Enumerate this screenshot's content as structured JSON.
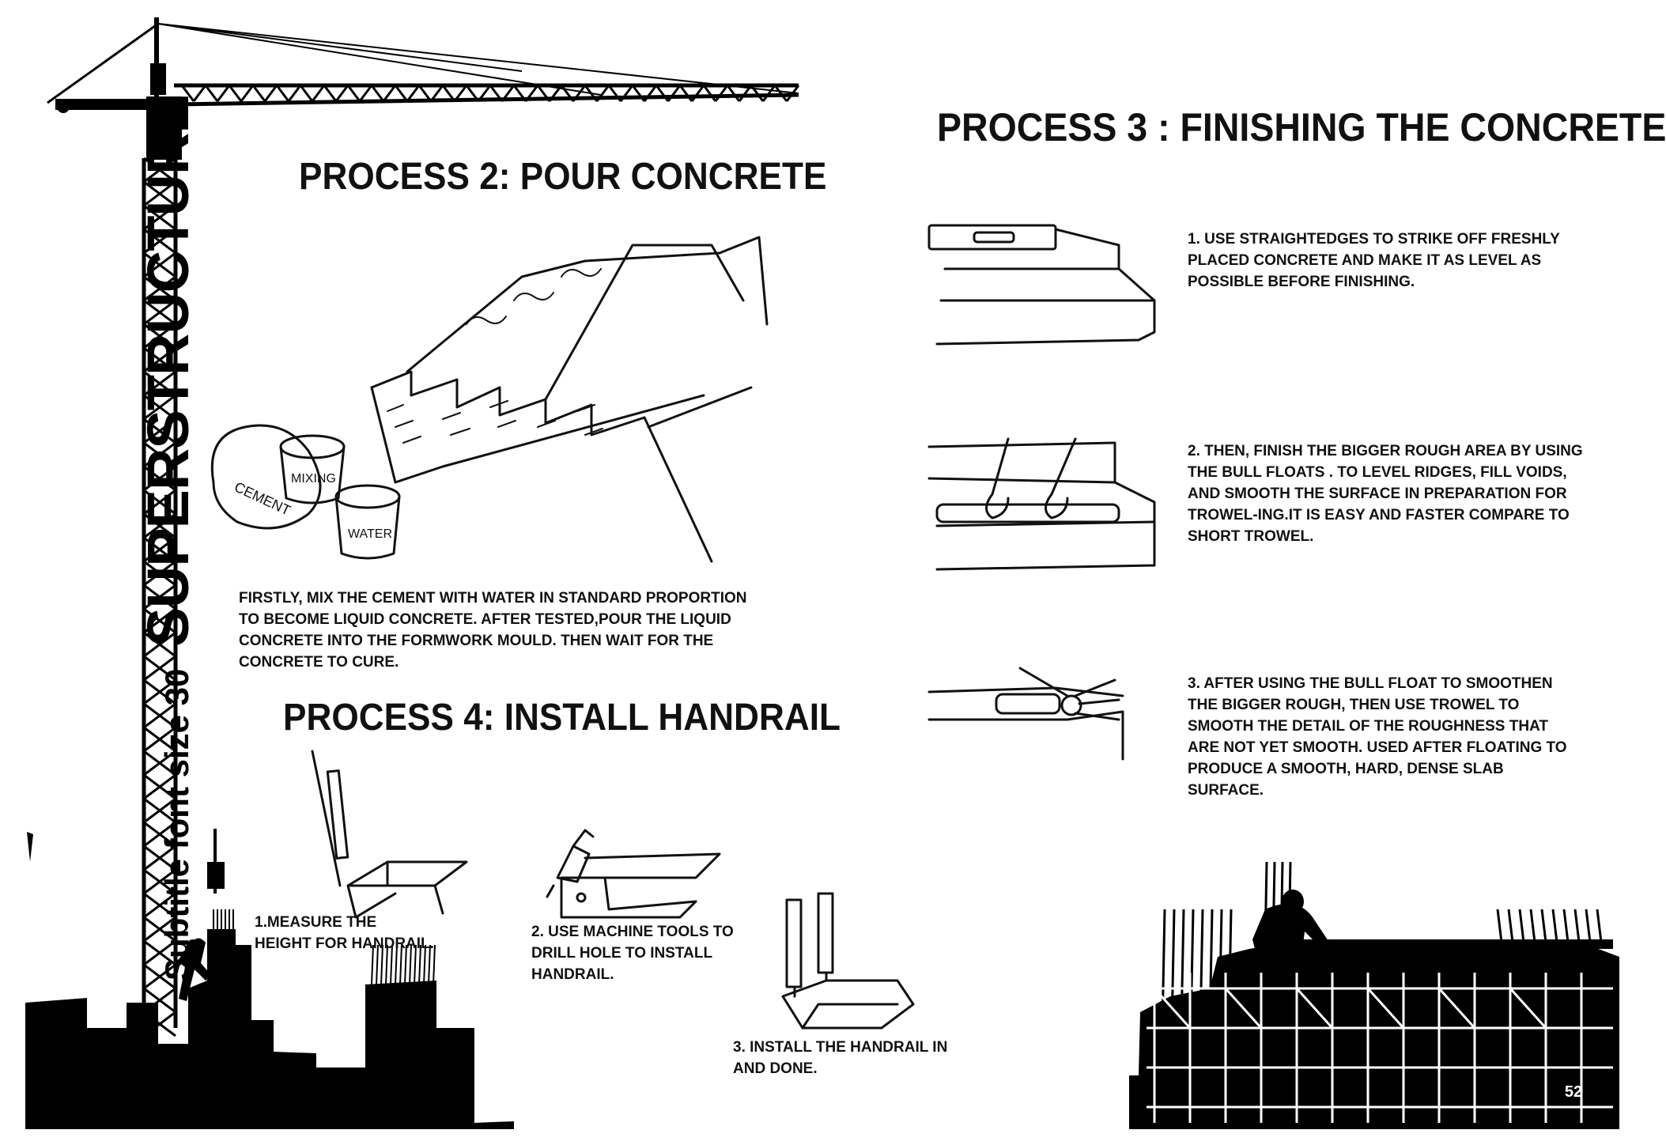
{
  "sidebar": {
    "title": "SUPERSTRUCTURE",
    "subtitle": "Subtitle font size 30"
  },
  "process2": {
    "title": "PROCESS 2:  POUR CONCRETE",
    "body": "FIRSTLY, MIX THE  CEMENT WITH WATER IN STANDARD PROPORTION TO BECOME LIQUID CONCRETE. AFTER TESTED,POUR THE LIQUID CONCRETE INTO THE FORMWORK MOULD. THEN WAIT FOR THE CONCRETE TO CURE.",
    "sketch_labels": {
      "mixing": "MIXING",
      "cement": "CEMENT",
      "water": "WATER"
    }
  },
  "process3": {
    "title": "PROCESS 3 : FINISHING THE  CONCRETE",
    "steps": [
      {
        "text": "1. USE STRAIGHTEDGES TO STRIKE OFF FRESHLY PLACED CONCRETE AND MAKE IT AS LEVEL AS POSSIBLE BEFORE FINISHING."
      },
      {
        "text": "2. THEN, FINISH THE BIGGER ROUGH AREA BY USING THE BULL FLOATS  . TO LEVEL RIDGES, FILL VOIDS, AND SMOOTH THE SURFACE IN PREPARATION FOR TROWEL-ING.IT IS EASY AND FASTER COMPARE TO SHORT TROWEL."
      },
      {
        "text": "3. AFTER USING THE BULL FLOAT TO SMOOTHEN THE BIGGER ROUGH, THEN USE TROWEL TO SMOOTH THE DETAIL OF THE ROUGHNESS THAT ARE NOT YET SMOOTH. USED AFTER FLOATING TO PRODUCE A SMOOTH, HARD, DENSE SLAB SURFACE."
      }
    ]
  },
  "process4": {
    "title": "PROCESS 4: INSTALL HANDRAIL",
    "steps": [
      {
        "text": "1.MEASURE THE HEIGHT FOR HANDRAIL."
      },
      {
        "text": "2. USE MACHINE TOOLS TO DRILL HOLE TO INSTALL HANDRAIL."
      },
      {
        "text": "3. INSTALL THE HANDRAIL IN AND DONE."
      }
    ]
  },
  "footer": {
    "page_number": "52"
  },
  "colors": {
    "ink": "#111111",
    "paper": "#ffffff",
    "silhouette": "#000000"
  },
  "icons": [
    "crane-silhouette",
    "workers-silhouette",
    "staircase-sketch",
    "cement-bag-sketch",
    "bucket-sketch",
    "spirit-level-sketch",
    "drill-sketch",
    "bull-float-sketch",
    "trowel-sketch"
  ]
}
